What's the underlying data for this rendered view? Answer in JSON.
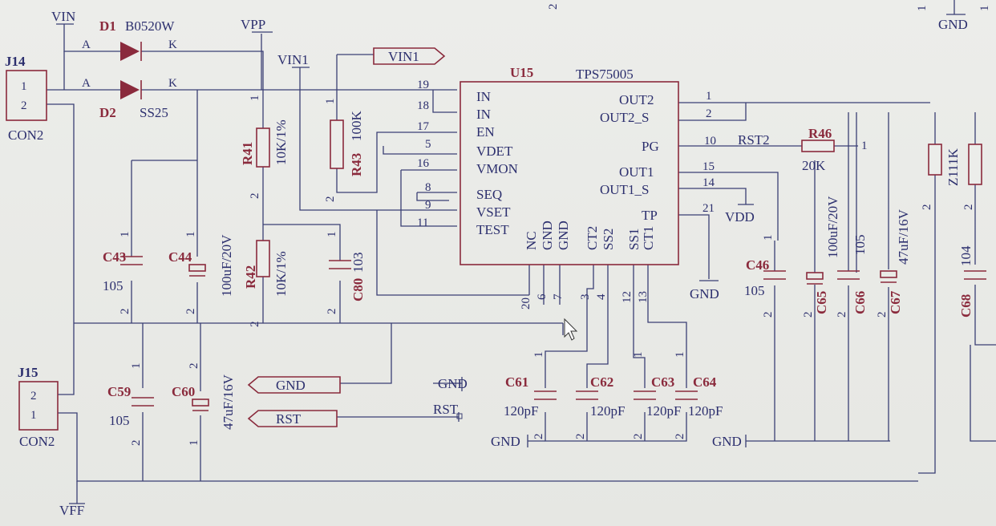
{
  "nets": {
    "vin": "VIN",
    "vpp": "VPP",
    "vin1": "VIN1",
    "vin1_port": "VIN1",
    "gnd": "GND",
    "vdd": "VDD",
    "vff": "VFF",
    "rst": "RST",
    "rst2": "RST2",
    "gnd_port": "GND",
    "rst_port": "RST"
  },
  "connectors": {
    "j14": {
      "ref": "J14",
      "type": "CON2",
      "pins": [
        "1",
        "2"
      ]
    },
    "j15": {
      "ref": "J15",
      "type": "CON2",
      "pins": [
        "2",
        "1"
      ]
    }
  },
  "diodes": {
    "d1": {
      "ref": "D1",
      "part": "B0520W",
      "anode": "A",
      "cathode": "K"
    },
    "d2": {
      "ref": "D2",
      "part": "SS25",
      "anode": "A",
      "cathode": "K"
    }
  },
  "resistors": {
    "r41": {
      "ref": "R41",
      "value": "10K/1%"
    },
    "r42": {
      "ref": "R42",
      "value": "10K/1%"
    },
    "r43": {
      "ref": "R43",
      "value": "100K"
    },
    "r46": {
      "ref": "R46",
      "value": "20K"
    },
    "z111": {
      "ref": "",
      "value": "Z111K"
    }
  },
  "capacitors": {
    "c43": {
      "ref": "C43",
      "value": "105"
    },
    "c44": {
      "ref": "C44",
      "value": "100uF/20V"
    },
    "c59": {
      "ref": "C59",
      "value": "105"
    },
    "c60": {
      "ref": "C60",
      "value": "47uF/16V"
    },
    "c80": {
      "ref": "C80",
      "value": "103"
    },
    "c46": {
      "ref": "C46",
      "value": "105"
    },
    "c65": {
      "ref": "C65",
      "value": "100uF/20V"
    },
    "c66": {
      "ref": "C66",
      "value": "105"
    },
    "c67": {
      "ref": "C67",
      "value": "47uF/16V"
    },
    "c68": {
      "ref": "C68",
      "value": "104"
    },
    "c61": {
      "ref": "C61",
      "value": "120pF"
    },
    "c62": {
      "ref": "C62",
      "value": "120pF"
    },
    "c63": {
      "ref": "C63",
      "value": "120pF"
    },
    "c64": {
      "ref": "C64",
      "value": "120pF"
    }
  },
  "ic": {
    "ref": "U15",
    "part": "TPS75005",
    "left_pins": [
      {
        "num": "19",
        "name": "IN"
      },
      {
        "num": "18",
        "name": "IN"
      },
      {
        "num": "17",
        "name": "EN"
      },
      {
        "num": "5",
        "name": "VDET"
      },
      {
        "num": "16",
        "name": "VMON"
      },
      {
        "num": "8",
        "name": "SEQ"
      },
      {
        "num": "9",
        "name": "VSET"
      },
      {
        "num": "11",
        "name": "TEST"
      }
    ],
    "right_pins": [
      {
        "num": "1",
        "name": "OUT2"
      },
      {
        "num": "2",
        "name": "OUT2_S"
      },
      {
        "num": "10",
        "name": "PG"
      },
      {
        "num": "15",
        "name": "OUT1"
      },
      {
        "num": "14",
        "name": "OUT1_S"
      },
      {
        "num": "21",
        "name": "TP"
      }
    ],
    "bottom_pins": [
      {
        "num": "20",
        "name": "NC"
      },
      {
        "num": "6",
        "name": "GND"
      },
      {
        "num": "7",
        "name": "GND"
      },
      {
        "num": "3",
        "name": "CT2"
      },
      {
        "num": "4",
        "name": "SS2"
      },
      {
        "num": "12",
        "name": "SS1"
      },
      {
        "num": "13",
        "name": "CT1"
      }
    ]
  },
  "pin_marks": {
    "one": "1",
    "two": "2",
    "a": "A",
    "k": "K"
  }
}
